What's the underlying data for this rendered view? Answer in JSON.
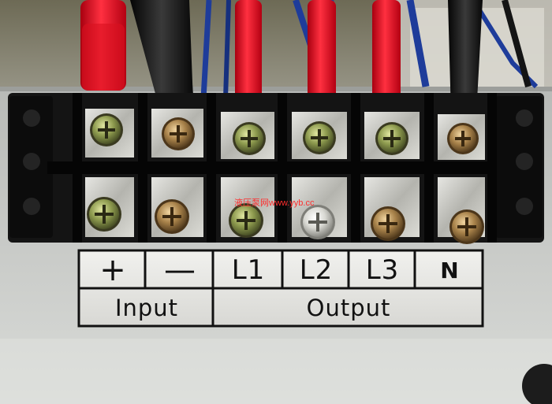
{
  "label_plate": {
    "terminals": [
      {
        "id": "plus",
        "text": "+"
      },
      {
        "id": "minus",
        "text": "—"
      },
      {
        "id": "l1",
        "text": "L1"
      },
      {
        "id": "l2",
        "text": "L2"
      },
      {
        "id": "l3",
        "text": "L3"
      },
      {
        "id": "n",
        "text": "N"
      }
    ],
    "groups": {
      "input": "Input",
      "output": "Output"
    }
  },
  "watermark": "液压泵网www.yyb.cc",
  "colors": {
    "terminal_block": "#141414",
    "wire_red": "#e0121f",
    "wire_black": "#1a1a1a",
    "wire_blue": "#1e3c9a",
    "panel": "#c9cbc8",
    "label_plate": "#f4f4f2",
    "screw_green": "#8d9a4e",
    "screw_brass": "#a8824a",
    "screw_silver": "#d8d8d2"
  }
}
